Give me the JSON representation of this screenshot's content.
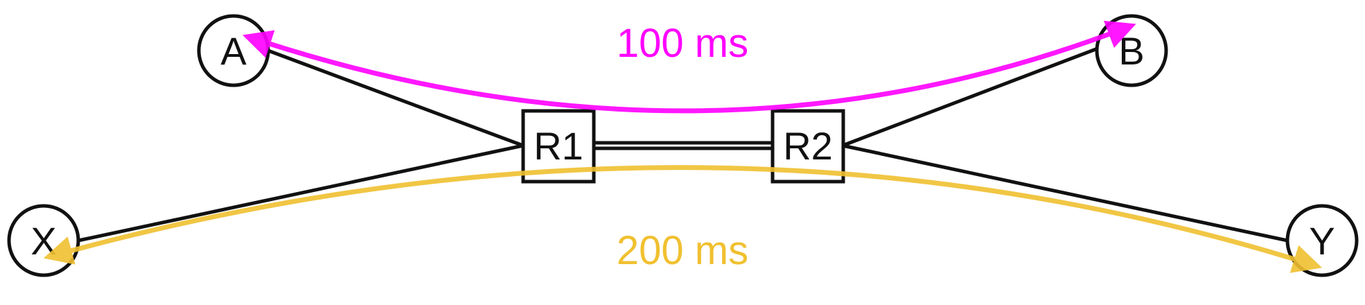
{
  "nodes": {
    "a": {
      "label": "A"
    },
    "b": {
      "label": "B"
    },
    "x": {
      "label": "X"
    },
    "y": {
      "label": "Y"
    },
    "r1": {
      "label": "R1"
    },
    "r2": {
      "label": "R2"
    }
  },
  "paths": {
    "fast": {
      "latency": "100 ms",
      "color": "#ff00ff"
    },
    "slow": {
      "latency": "200 ms",
      "color": "#f0c030"
    }
  },
  "colors": {
    "stroke": "#111111",
    "background": "#ffffff"
  }
}
